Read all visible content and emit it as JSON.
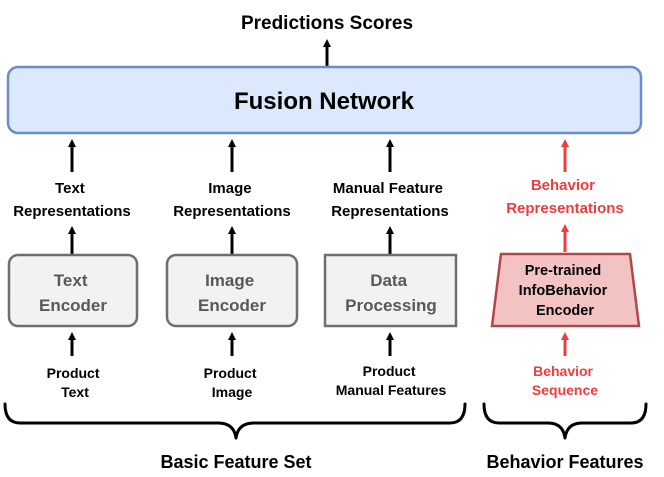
{
  "title": "Predictions Scores",
  "fusion": {
    "label": "Fusion Network",
    "fill": "#dce8fb",
    "stroke": "#6a8cc7"
  },
  "branches": [
    {
      "id": "text",
      "output_lines": [
        "Text",
        "Representations"
      ],
      "module_lines": [
        "Text",
        "Encoder"
      ],
      "input_lines": [
        "Product",
        "Text"
      ]
    },
    {
      "id": "image",
      "output_lines": [
        "Image",
        "Representations"
      ],
      "module_lines": [
        "Image",
        "Encoder"
      ],
      "input_lines": [
        "Product",
        "Image"
      ]
    },
    {
      "id": "manual",
      "output_lines": [
        "Manual Feature",
        "Representations"
      ],
      "module_lines": [
        "Data",
        "Processing"
      ],
      "input_lines": [
        "Product",
        "Manual Features"
      ]
    },
    {
      "id": "behavior",
      "output_lines": [
        "Behavior",
        "Representations"
      ],
      "module_lines": [
        "Pre-trained",
        "InfoBehavior",
        "Encoder"
      ],
      "input_lines": [
        "Behavior",
        "Sequence"
      ]
    }
  ],
  "groups": {
    "basic": "Basic Feature Set",
    "behavior": "Behavior Features"
  },
  "colors": {
    "module_fill": "#f2f2f2",
    "module_stroke": "#6e6e6e",
    "module_text": "#595959",
    "behavior_accent": "#f03c3c",
    "behavior_fill": "#f3c3c3",
    "behavior_stroke": "#b04848",
    "text": "#000000"
  }
}
